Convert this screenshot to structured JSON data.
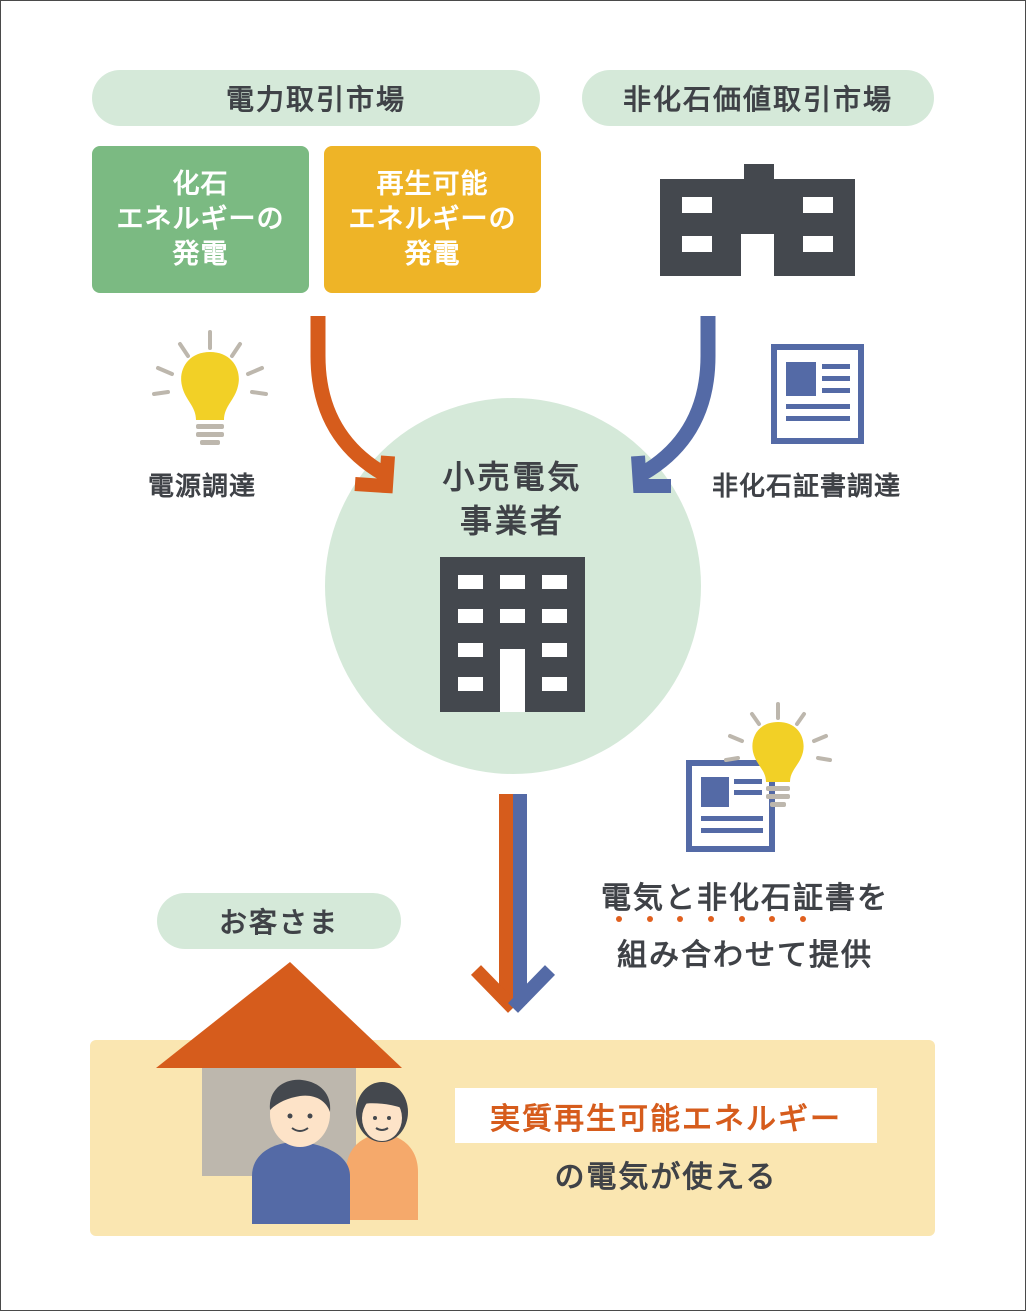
{
  "markets": {
    "power": "電力取引市場",
    "non_fossil": "非化石価値取引市場"
  },
  "generation": {
    "fossil": [
      "化石",
      "エネルギーの",
      "発電"
    ],
    "renewable": [
      "再生可能",
      "エネルギーの",
      "発電"
    ]
  },
  "labels": {
    "power_procurement": "電源調達",
    "certificate_procurement": "非化石証書調達"
  },
  "retailer": {
    "line1": "小売電気",
    "line2": "事業者"
  },
  "provision": {
    "line1": "電気と非化石証書を",
    "line2": "組み合わせて提供"
  },
  "customer": {
    "label": "お客さま",
    "highlight": "実質再生可能エネルギー",
    "result": "の電気が使える"
  },
  "colors": {
    "green_pill": "#d5e9d9",
    "fossil_box": "#7bba82",
    "renewable_box": "#eeb427",
    "orange_arrow": "#d65c1c",
    "blue_arrow": "#546aa6",
    "building": "#44484e",
    "bulb": "#f2d026",
    "customer_band": "#fae6b1"
  },
  "icons": [
    "lightbulb-icon",
    "factory-icon",
    "document-icon",
    "office-building-icon",
    "house-icon"
  ]
}
